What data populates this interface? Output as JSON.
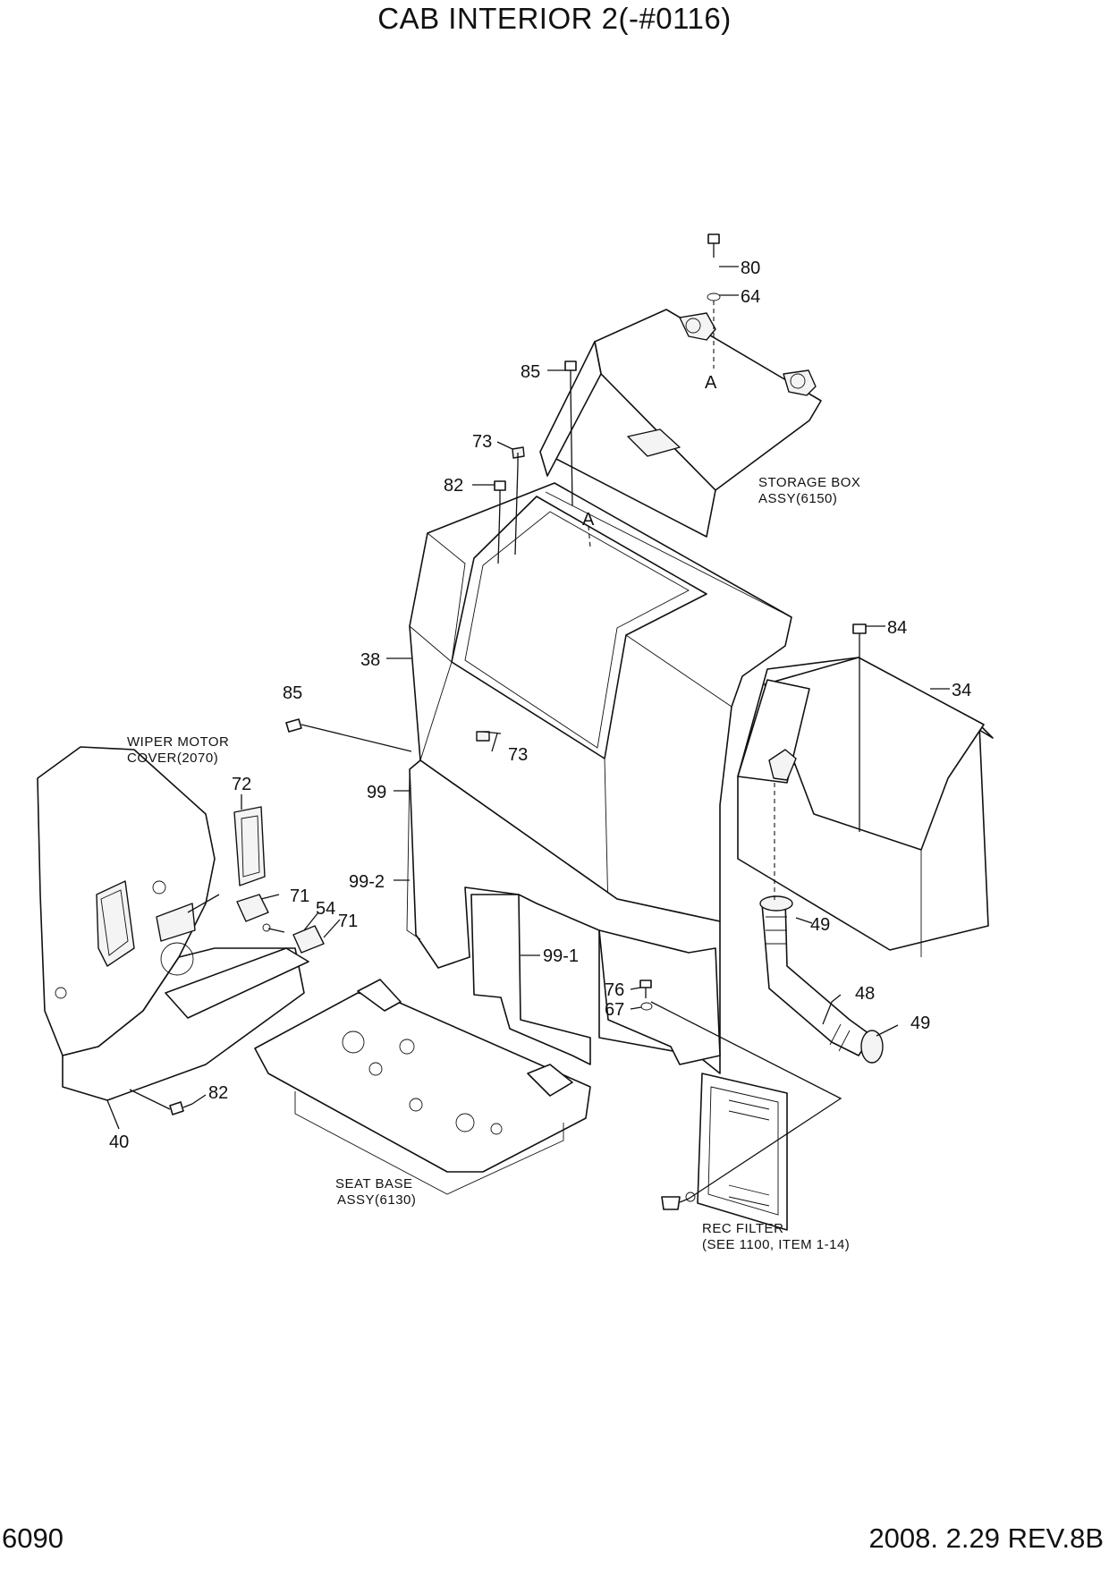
{
  "title": "CAB INTERIOR 2(-#0116)",
  "footer": {
    "page_number": "6090",
    "revision": "2008. 2.29 REV.8B"
  },
  "callouts": {
    "c80": "80",
    "c64": "64",
    "c85a": "85",
    "cA1": "A",
    "c73a": "73",
    "c82a": "82",
    "cA2": "A",
    "c84": "84",
    "c38": "38",
    "c34": "34",
    "c85b": "85",
    "c73b": "73",
    "c72": "72",
    "c99": "99",
    "c99_2": "99-2",
    "c71a": "71",
    "c54": "54",
    "c71b": "71",
    "c99_1": "99-1",
    "c49a": "49",
    "c48": "48",
    "c49b": "49",
    "c76": "76",
    "c67": "67",
    "c82b": "82",
    "c40": "40"
  },
  "notes": {
    "storage_box_1": "STORAGE BOX",
    "storage_box_2": "ASSY(6150)",
    "wiper_motor_1": "WIPER MOTOR",
    "wiper_motor_2": "COVER(2070)",
    "seat_base_1": "SEAT BASE",
    "seat_base_2": "ASSY(6130)",
    "rec_filter_1": "REC FILTER",
    "rec_filter_2": "(SEE 1100, ITEM 1-14)"
  }
}
